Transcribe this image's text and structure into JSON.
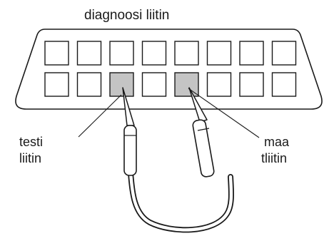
{
  "title": "diagnoosi liitin",
  "pins": {
    "rows": 2,
    "columns": 8,
    "highlighted": [
      {
        "row": 2,
        "column": 3,
        "role": "test"
      },
      {
        "row": 2,
        "column": 5,
        "role": "ground"
      }
    ],
    "normal_fill": "#ffffff",
    "highlight_fill": "#c4c4c4"
  },
  "callouts": {
    "test": {
      "line1": "testi",
      "line2": "liitin"
    },
    "ground": {
      "line1": "maa",
      "line2": "tliitin"
    }
  },
  "colors": {
    "stroke": "#1a1a1a",
    "background": "#ffffff"
  }
}
